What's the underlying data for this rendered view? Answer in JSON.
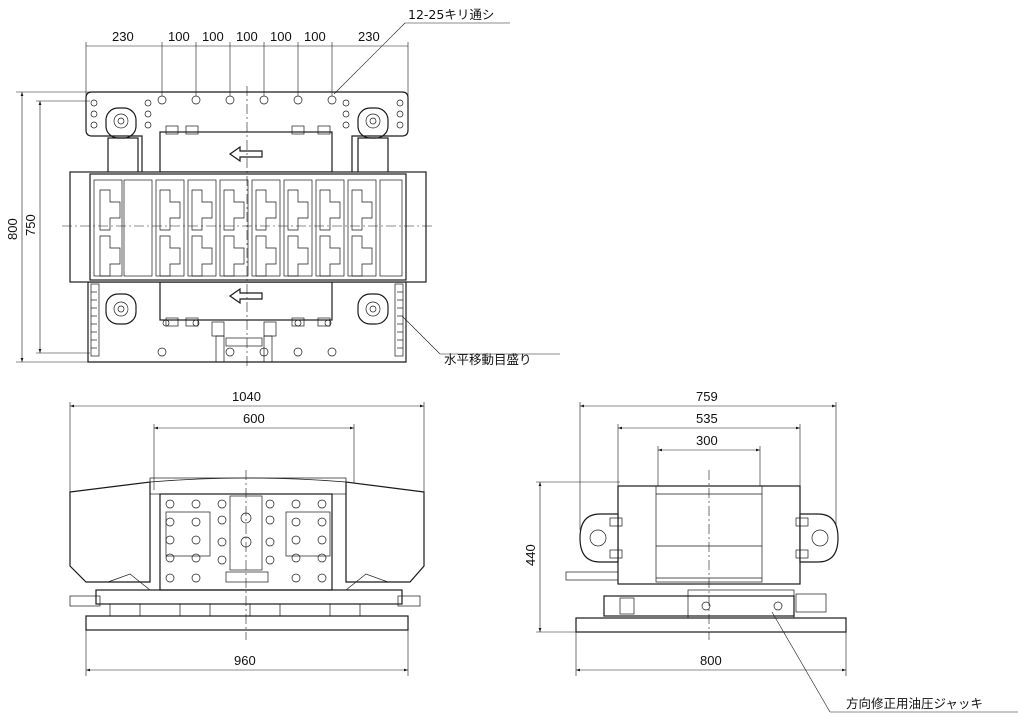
{
  "annotations": {
    "holes": "12-25キリ通シ",
    "scale": "水平移動目盛り",
    "jack": "方向修正用油圧ジャッキ"
  },
  "top_view": {
    "dims": {
      "left": "230",
      "p1": "100",
      "p2": "100",
      "p3": "100",
      "p4": "100",
      "p5": "100",
      "right": "230",
      "height_outer": "800",
      "height_inner": "750"
    }
  },
  "front_view": {
    "dims": {
      "top_width": "1040",
      "inner_width": "600",
      "base_width": "960"
    }
  },
  "side_view": {
    "dims": {
      "w759": "759",
      "w535": "535",
      "w300": "300",
      "height": "440",
      "base": "800"
    }
  }
}
